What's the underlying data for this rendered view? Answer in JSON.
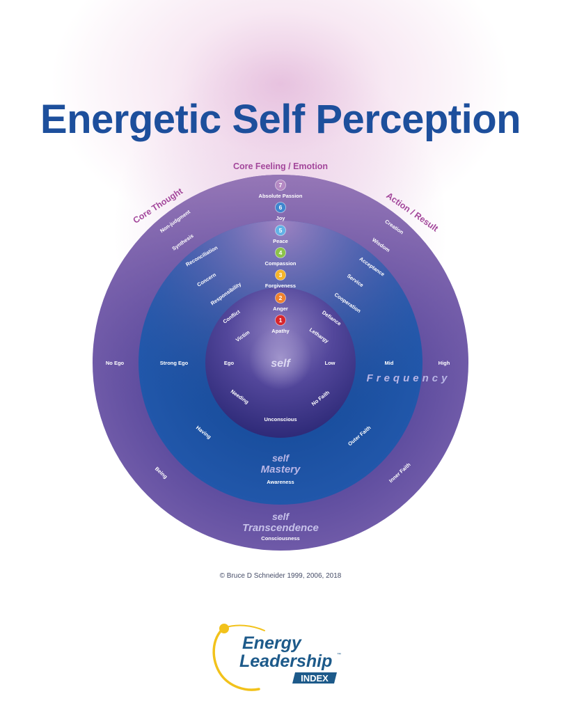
{
  "title": "Energetic Self Perception",
  "headers": {
    "core_feeling": "Core Feeling / Emotion",
    "core_thought": "Core Thought",
    "action_result": "Action / Result"
  },
  "levels": [
    {
      "num": "7",
      "label": "Absolute Passion",
      "color": "#b489c3"
    },
    {
      "num": "6",
      "label": "Joy",
      "color": "#3f86cf"
    },
    {
      "num": "5",
      "label": "Peace",
      "color": "#63b2e6"
    },
    {
      "num": "4",
      "label": "Compassion",
      "color": "#8cc34a"
    },
    {
      "num": "3",
      "label": "Forgiveness",
      "color": "#f5b42b"
    },
    {
      "num": "2",
      "label": "Anger",
      "color": "#f0822e"
    },
    {
      "num": "1",
      "label": "Apathy",
      "color": "#d8262d"
    }
  ],
  "thoughts": [
    "Non-judgment",
    "Synthesis",
    "Reconciliation",
    "Concern",
    "Responsibility",
    "Conflict",
    "Victim"
  ],
  "actions": [
    "Creation",
    "Wisdom",
    "Acceptance",
    "Service",
    "Cooperation",
    "Defiance",
    "Lethargy"
  ],
  "ego": {
    "no_ego": "No Ego",
    "strong_ego": "Strong Ego",
    "ego": "Ego"
  },
  "frequency": {
    "low": "Low",
    "mid": "Mid",
    "high": "High",
    "label": "Frequency"
  },
  "faith": {
    "needing": "Needing",
    "no_faith": "No Faith",
    "having": "Having",
    "outer_faith": "Outer Faith",
    "being": "Being",
    "inner_faith": "Inner Faith"
  },
  "core": {
    "self": "self",
    "unconscious": "Unconscious"
  },
  "mastery": {
    "self": "self",
    "label": "Mastery",
    "sub": "Awareness"
  },
  "transcendence": {
    "self": "self",
    "label": "Transcendence",
    "sub": "Consciousness"
  },
  "copyright": "© Bruce D Schneider 1999, 2006, 2018",
  "logo": {
    "line1": "Energy",
    "line2": "Leadership",
    "tm": "™",
    "index": "INDEX"
  },
  "colors": {
    "title": "#1d4f9c",
    "header_purple": "#a3479b",
    "outer_ring": "#6a4f9d",
    "middle_ring": "#1f55a5",
    "inner_core": "#4a3f95",
    "logo_blue": "#1d5a8a",
    "logo_yellow": "#f2c21b"
  }
}
